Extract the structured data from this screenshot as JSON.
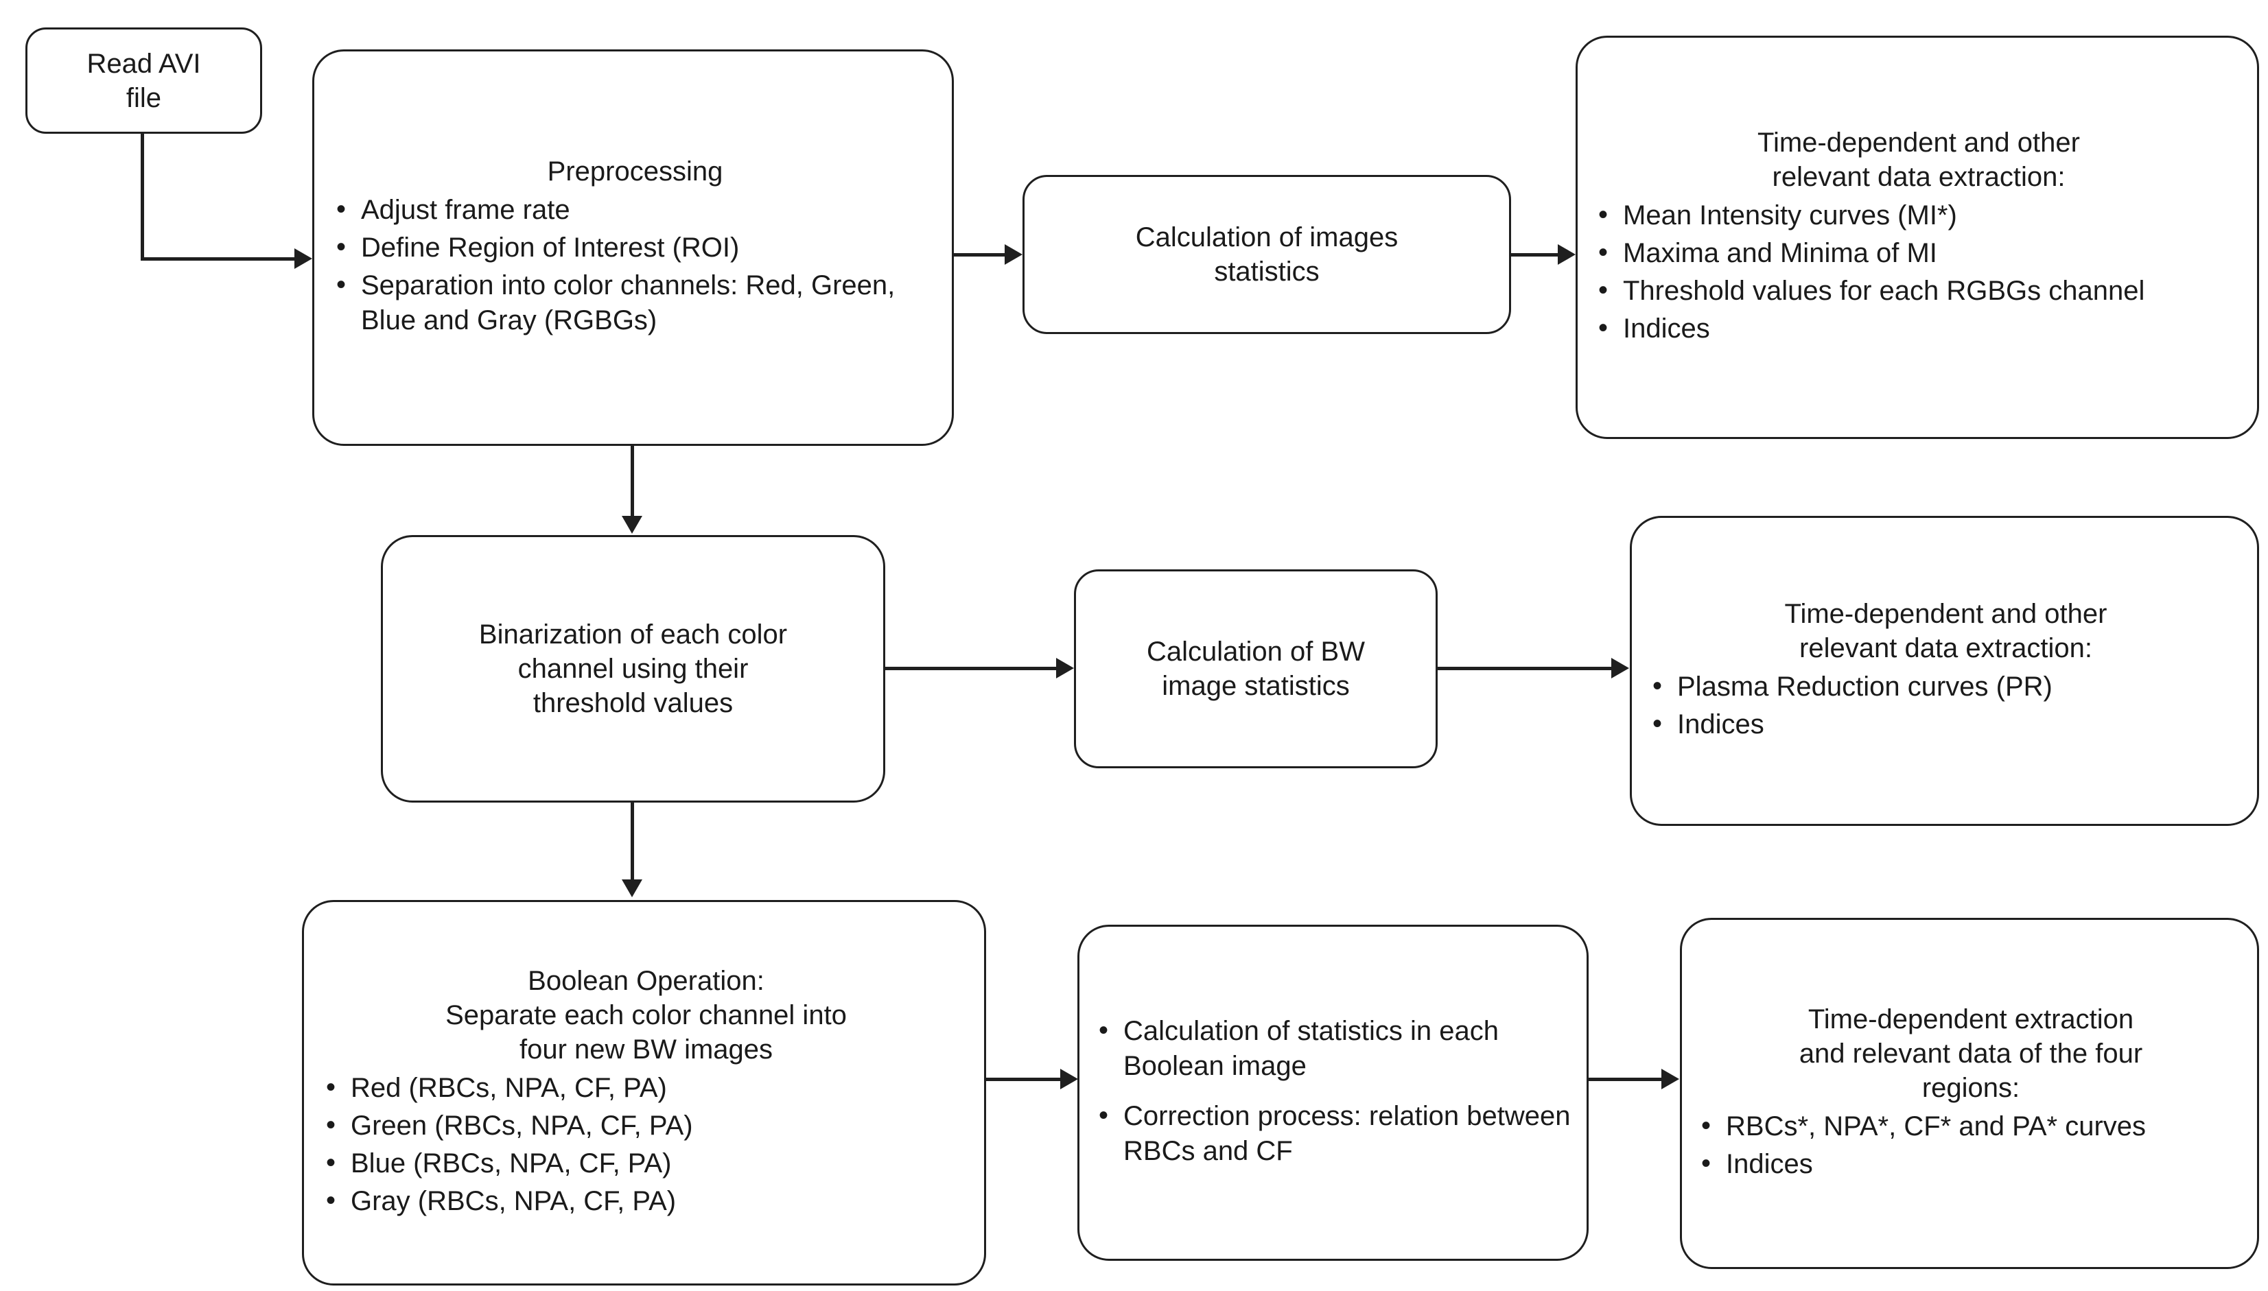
{
  "diagram": {
    "title": "AVI video blood-flow image processing pipeline",
    "background_color": "#ffffff",
    "stroke_color": "#1f1f1f",
    "text_color": "#1a1a1a"
  },
  "nodes": {
    "read_avi": {
      "title": "Read AVI\nfile"
    },
    "preprocessing": {
      "title": "Preprocessing",
      "bullets": [
        "Adjust frame rate",
        "Define Region of Interest (ROI)",
        "Separation into color channels: Red, Green, Blue and Gray (RGBGs)"
      ]
    },
    "images_statistics": {
      "title": "Calculation of images\nstatistics"
    },
    "mi_extraction": {
      "title": "Time-dependent and other\nrelevant data extraction:",
      "bullets": [
        "Mean Intensity curves (MI*)",
        "Maxima and Minima of MI",
        "Threshold values for each RGBGs channel",
        "Indices"
      ]
    },
    "binarization": {
      "title": "Binarization of each color\nchannel using their\nthreshold values"
    },
    "bw_statistics": {
      "title": "Calculation of BW\nimage statistics"
    },
    "pr_extraction": {
      "title": "Time-dependent and other\nrelevant data extraction:",
      "bullets": [
        "Plasma Reduction curves (PR)",
        "Indices"
      ]
    },
    "boolean_operation": {
      "title": "Boolean Operation:\nSeparate each color channel into\nfour new BW images",
      "bullets": [
        "Red (RBCs, NPA, CF, PA)",
        "Green (RBCs, NPA, CF, PA)",
        "Blue (RBCs, NPA, CF, PA)",
        "Gray (RBCs, NPA, CF, PA)"
      ]
    },
    "boolean_statistics": {
      "bullets": [
        "Calculation of statistics in each Boolean image",
        "Correction process: relation between RBCs and CF"
      ]
    },
    "four_regions_extraction": {
      "title": "Time-dependent extraction\nand relevant data of the four\nregions:",
      "bullets": [
        "RBCs*, NPA*, CF* and PA* curves",
        "Indices"
      ]
    }
  },
  "edges": [
    {
      "name": "read-avi-to-preprocessing",
      "kind": "elbow-down-right"
    },
    {
      "name": "preprocessing-to-images-statistics",
      "kind": "right"
    },
    {
      "name": "images-statistics-to-mi-extraction",
      "kind": "right"
    },
    {
      "name": "preprocessing-to-binarization",
      "kind": "down"
    },
    {
      "name": "binarization-to-bw-statistics",
      "kind": "right"
    },
    {
      "name": "bw-statistics-to-pr-extraction",
      "kind": "right"
    },
    {
      "name": "binarization-to-boolean-operation",
      "kind": "down"
    },
    {
      "name": "boolean-operation-to-boolean-statistics",
      "kind": "right"
    },
    {
      "name": "boolean-statistics-to-four-regions",
      "kind": "right"
    }
  ]
}
